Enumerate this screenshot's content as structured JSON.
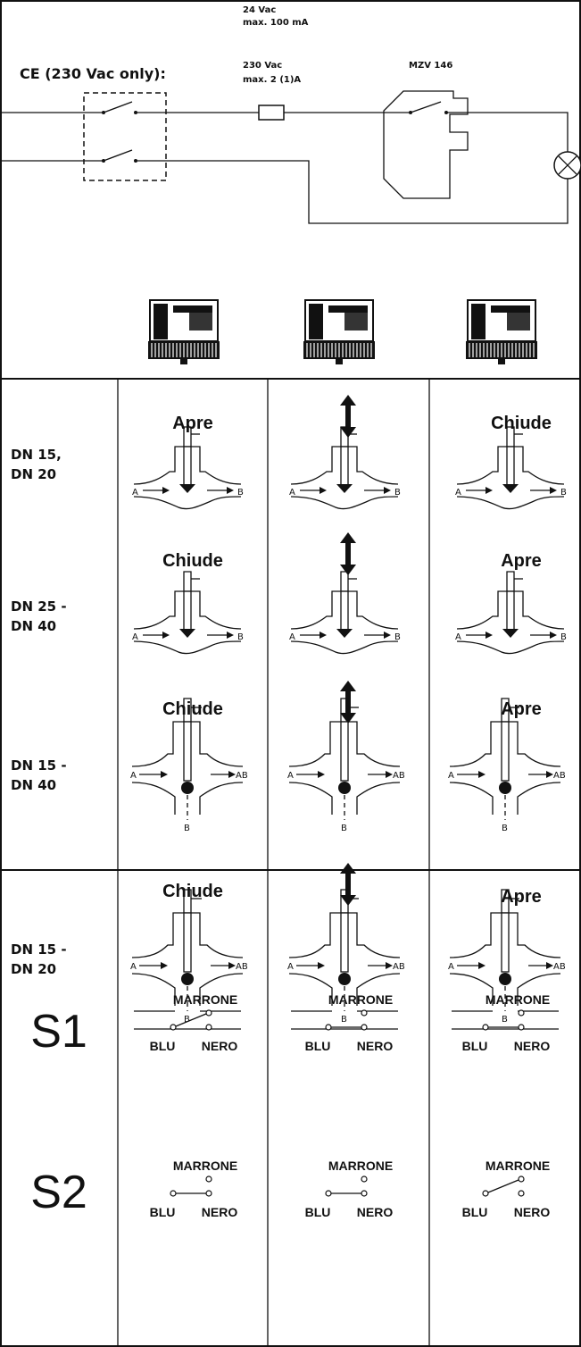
{
  "wiring": {
    "dc_label_1": "24 Vac",
    "dc_label_2": "max. 100 mA",
    "ce_label": "CE (230 Vac only):",
    "ac_label_1": "230 Vac",
    "ac_label_2": "max. 2 (1)A",
    "device_label": "MZV 146"
  },
  "rows": [
    {
      "label_1": "DN 15,",
      "label_2": "DN 20",
      "actions": [
        "Apre",
        "",
        "Chiude"
      ]
    },
    {
      "label_1": "DN 25 -",
      "label_2": "DN 40",
      "actions": [
        "Chiude",
        "",
        "Apre"
      ]
    },
    {
      "label_1": "DN 15 -",
      "label_2": "DN 40",
      "actions": [
        "Chiude",
        "",
        "Apre"
      ]
    },
    {
      "label_1": "DN 15 -",
      "label_2": "DN 20",
      "actions": [
        "Chiude",
        "",
        "Apre"
      ]
    }
  ],
  "ports": {
    "a": "A",
    "b": "B",
    "ab": "AB"
  },
  "switch_rows": [
    {
      "name": "S1",
      "cells": [
        {
          "top": "MARRONE",
          "left": "BLU",
          "right": "NERO",
          "state": "open"
        },
        {
          "top": "MARRONE",
          "left": "BLU",
          "right": "NERO",
          "state": "closed"
        },
        {
          "top": "MARRONE",
          "left": "BLU",
          "right": "NERO",
          "state": "closed"
        }
      ]
    },
    {
      "name": "S2",
      "cells": [
        {
          "top": "MARRONE",
          "left": "BLU",
          "right": "NERO",
          "state": "closed"
        },
        {
          "top": "MARRONE",
          "left": "BLU",
          "right": "NERO",
          "state": "closed"
        },
        {
          "top": "MARRONE",
          "left": "BLU",
          "right": "NERO",
          "state": "open"
        }
      ]
    }
  ]
}
